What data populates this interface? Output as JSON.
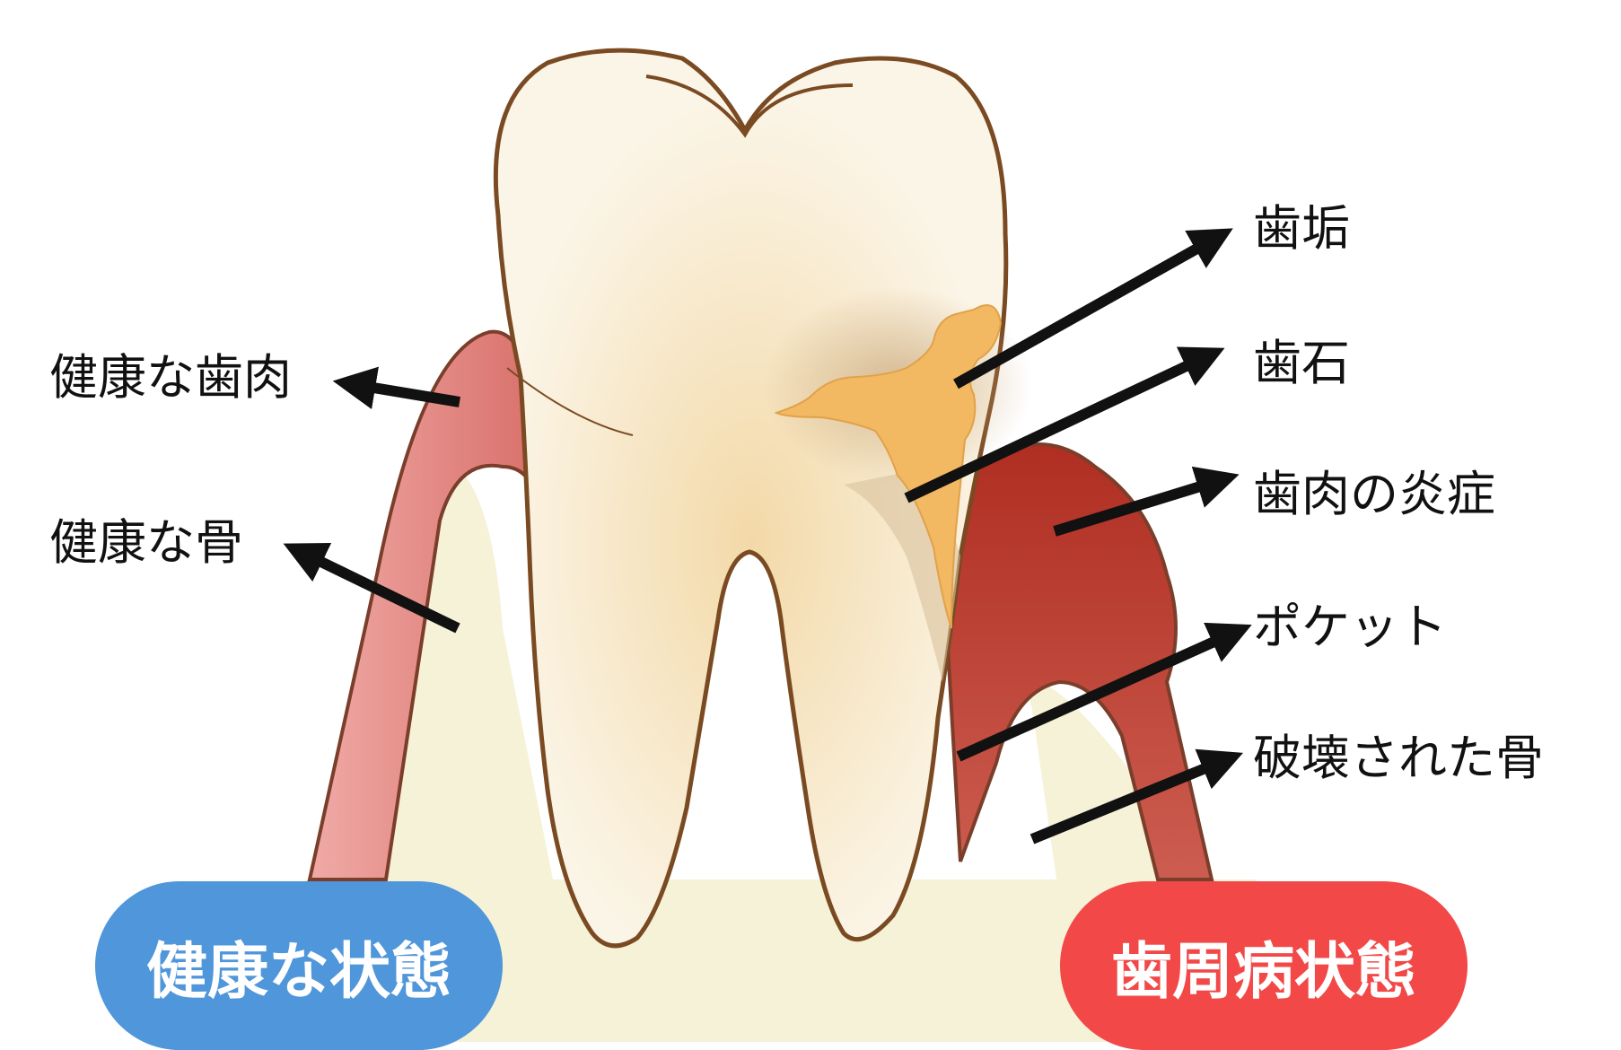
{
  "labels_left": {
    "healthy_gum": "健康な歯肉",
    "healthy_bone": "健康な骨"
  },
  "labels_right": {
    "plaque": "歯垢",
    "tartar": "歯石",
    "gum_inflammation": "歯肉の炎症",
    "pocket": "ポケット",
    "destroyed_bone": "破壊された骨"
  },
  "states": {
    "healthy": "健康な状態",
    "periodontal": "歯周病状態"
  },
  "colors": {
    "healthy_pill": "#4f96da",
    "periodontal_pill": "#f24848",
    "tooth_outline": "#7a4a22",
    "tooth_fill": "#fbf5e7",
    "gum_healthy": "#e48d88",
    "gum_inflamed": "#b8382c",
    "bone": "#f6f2d8",
    "tartar": "#f2b862",
    "arrow": "#111111"
  }
}
